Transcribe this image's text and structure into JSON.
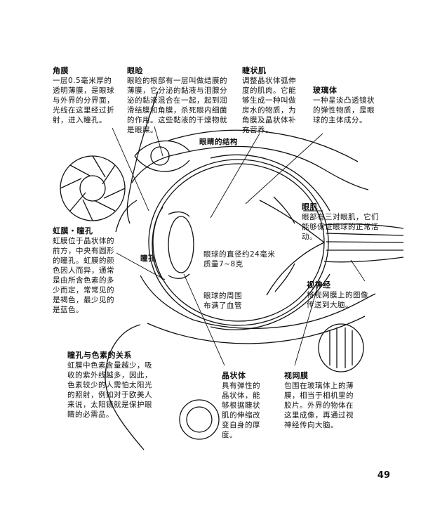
{
  "title": "眼睛的结构",
  "annotations": {
    "cornea": {
      "title": "角膜",
      "text": "一层0.5毫米厚的透明薄膜，是眼球与外界的分界面，光线在这里经过折射，进入瞳孔。"
    },
    "eyelid": {
      "title": "眼睑",
      "text": "眼睑的根部有一层叫做结膜的薄膜，它分泌的黏液与泪腺分泌的黏液混合在一起，起到润滑结膜和角膜，杀死眼内细菌的作用。这些黏液的干燥物就是眼屎。"
    },
    "ciliary": {
      "title": "睫状肌",
      "text": "调整晶状体弧伸度的肌肉。它能够生成一种叫做房水的物质，为角膜及晶状体补充营养。"
    },
    "vitreous": {
      "title": "玻璃体",
      "text": "一种呈淡凸透镜状的弹性物质，是眼球的主体成分。"
    },
    "muscle": {
      "title": "眼肌",
      "text": "眼部有三对眼肌，它们能够保证眼球的正常活动。"
    },
    "iris": {
      "title": "虹膜・瞳孔",
      "text": "虹膜位于晶状体的前方，中央有圆形的瞳孔。虹膜的颜色因人而异，通常是由所含色素的多少而定，常常见的是褐色，最少见的是蓝色。"
    },
    "optic": {
      "title": "视神经",
      "text": "将视网膜上的图像传送到大脑。"
    },
    "pigment": {
      "title": "瞳孔与色素的关系",
      "text": "虹膜中色素含量越少，吸收的紫外线越多，因此，色素较少的人需怕太阳光的照射，例如对于欧美人来说，太阳镜就是保护眼睛的必需品。"
    },
    "lens": {
      "title": "晶状体",
      "text": "具有弹性的晶状体，能够根据睫状肌的伸缩改变自身的厚度。"
    },
    "retina": {
      "title": "视网膜",
      "text": "包围在玻璃体上的薄膜，相当于相机里的胶片。外界的物体在这里成像，再通过视神经传向大脑。"
    }
  },
  "inner_labels": {
    "pupil": "瞳孔",
    "diameter_line1": "眼球的直径约24毫米",
    "diameter_line2": "质量7~8克",
    "vessels_line1": "眼球的周围",
    "vessels_line2": "布满了血管"
  },
  "page_number": "49"
}
